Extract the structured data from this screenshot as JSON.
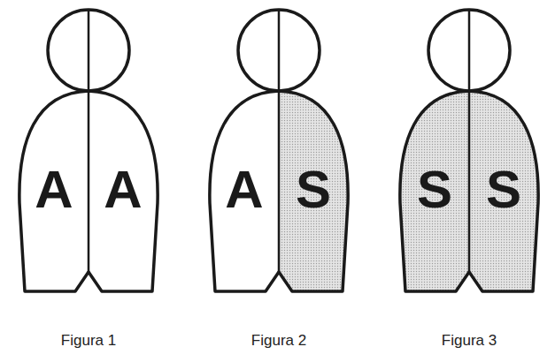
{
  "diagram": {
    "nodes": [
      {
        "text": [
          "A",
          "A"
        ]
      },
      {
        "text": [
          "A",
          "S"
        ]
      },
      {
        "text": [
          "S",
          "S"
        ]
      }
    ],
    "labels": [
      "Figura 1",
      "Figura 2",
      "Figura 3"
    ]
  }
}
